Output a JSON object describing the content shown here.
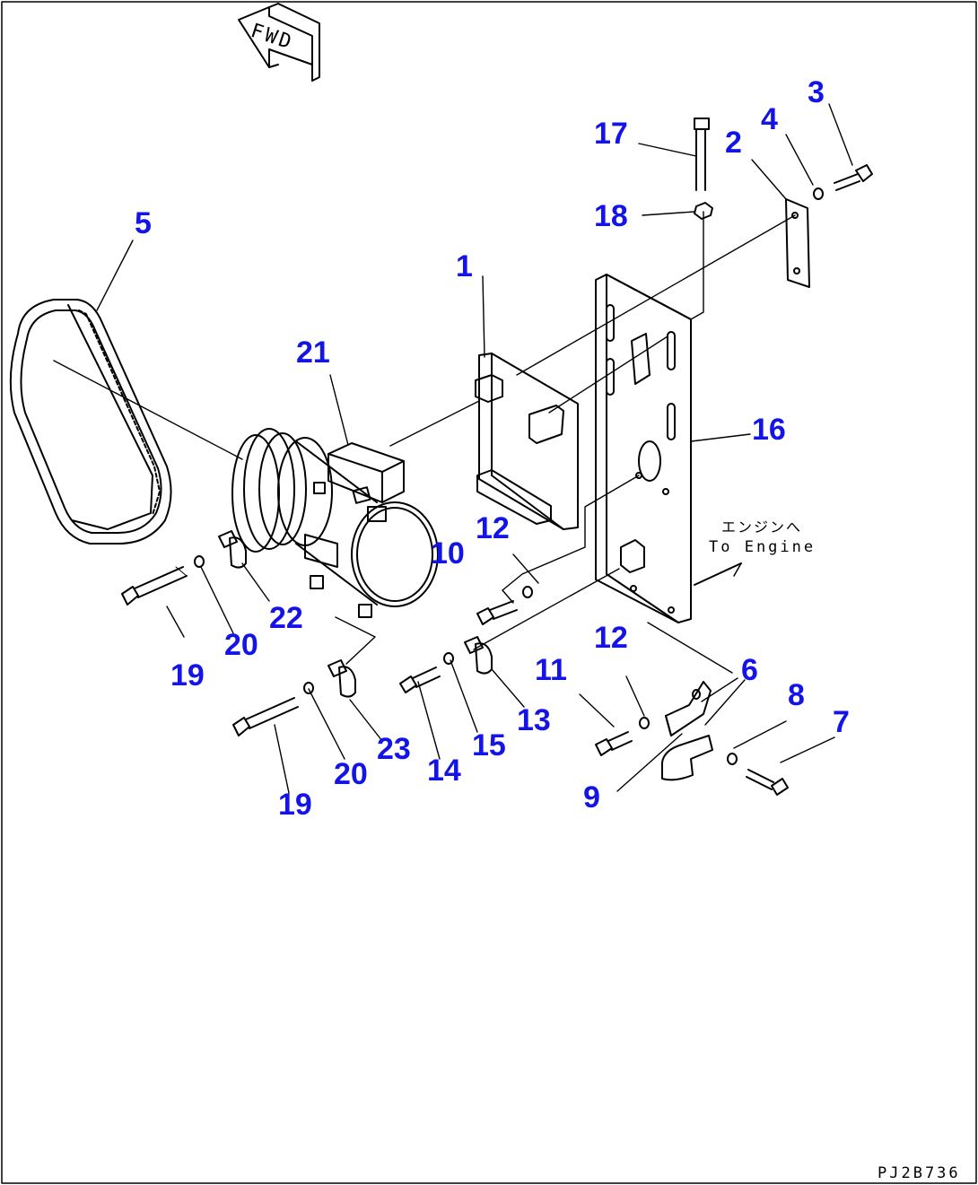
{
  "fwd_label": "FWD",
  "engine_label_jp": "エンジンへ",
  "engine_label_en": "To Engine",
  "drawing_code": "PJ2B736",
  "callouts": {
    "c1": "1",
    "c2": "2",
    "c3": "3",
    "c4": "4",
    "c5": "5",
    "c6": "6",
    "c7": "7",
    "c8": "8",
    "c9": "9",
    "c10": "10",
    "c11": "11",
    "c12a": "12",
    "c12b": "12",
    "c13": "13",
    "c14": "14",
    "c15": "15",
    "c16": "16",
    "c17": "17",
    "c18": "18",
    "c19a": "19",
    "c19b": "19",
    "c20a": "20",
    "c20b": "20",
    "c21": "21",
    "c22": "22",
    "c23": "23"
  },
  "colors": {
    "callout": "#1414e6",
    "line": "#000000",
    "background": "#ffffff"
  }
}
